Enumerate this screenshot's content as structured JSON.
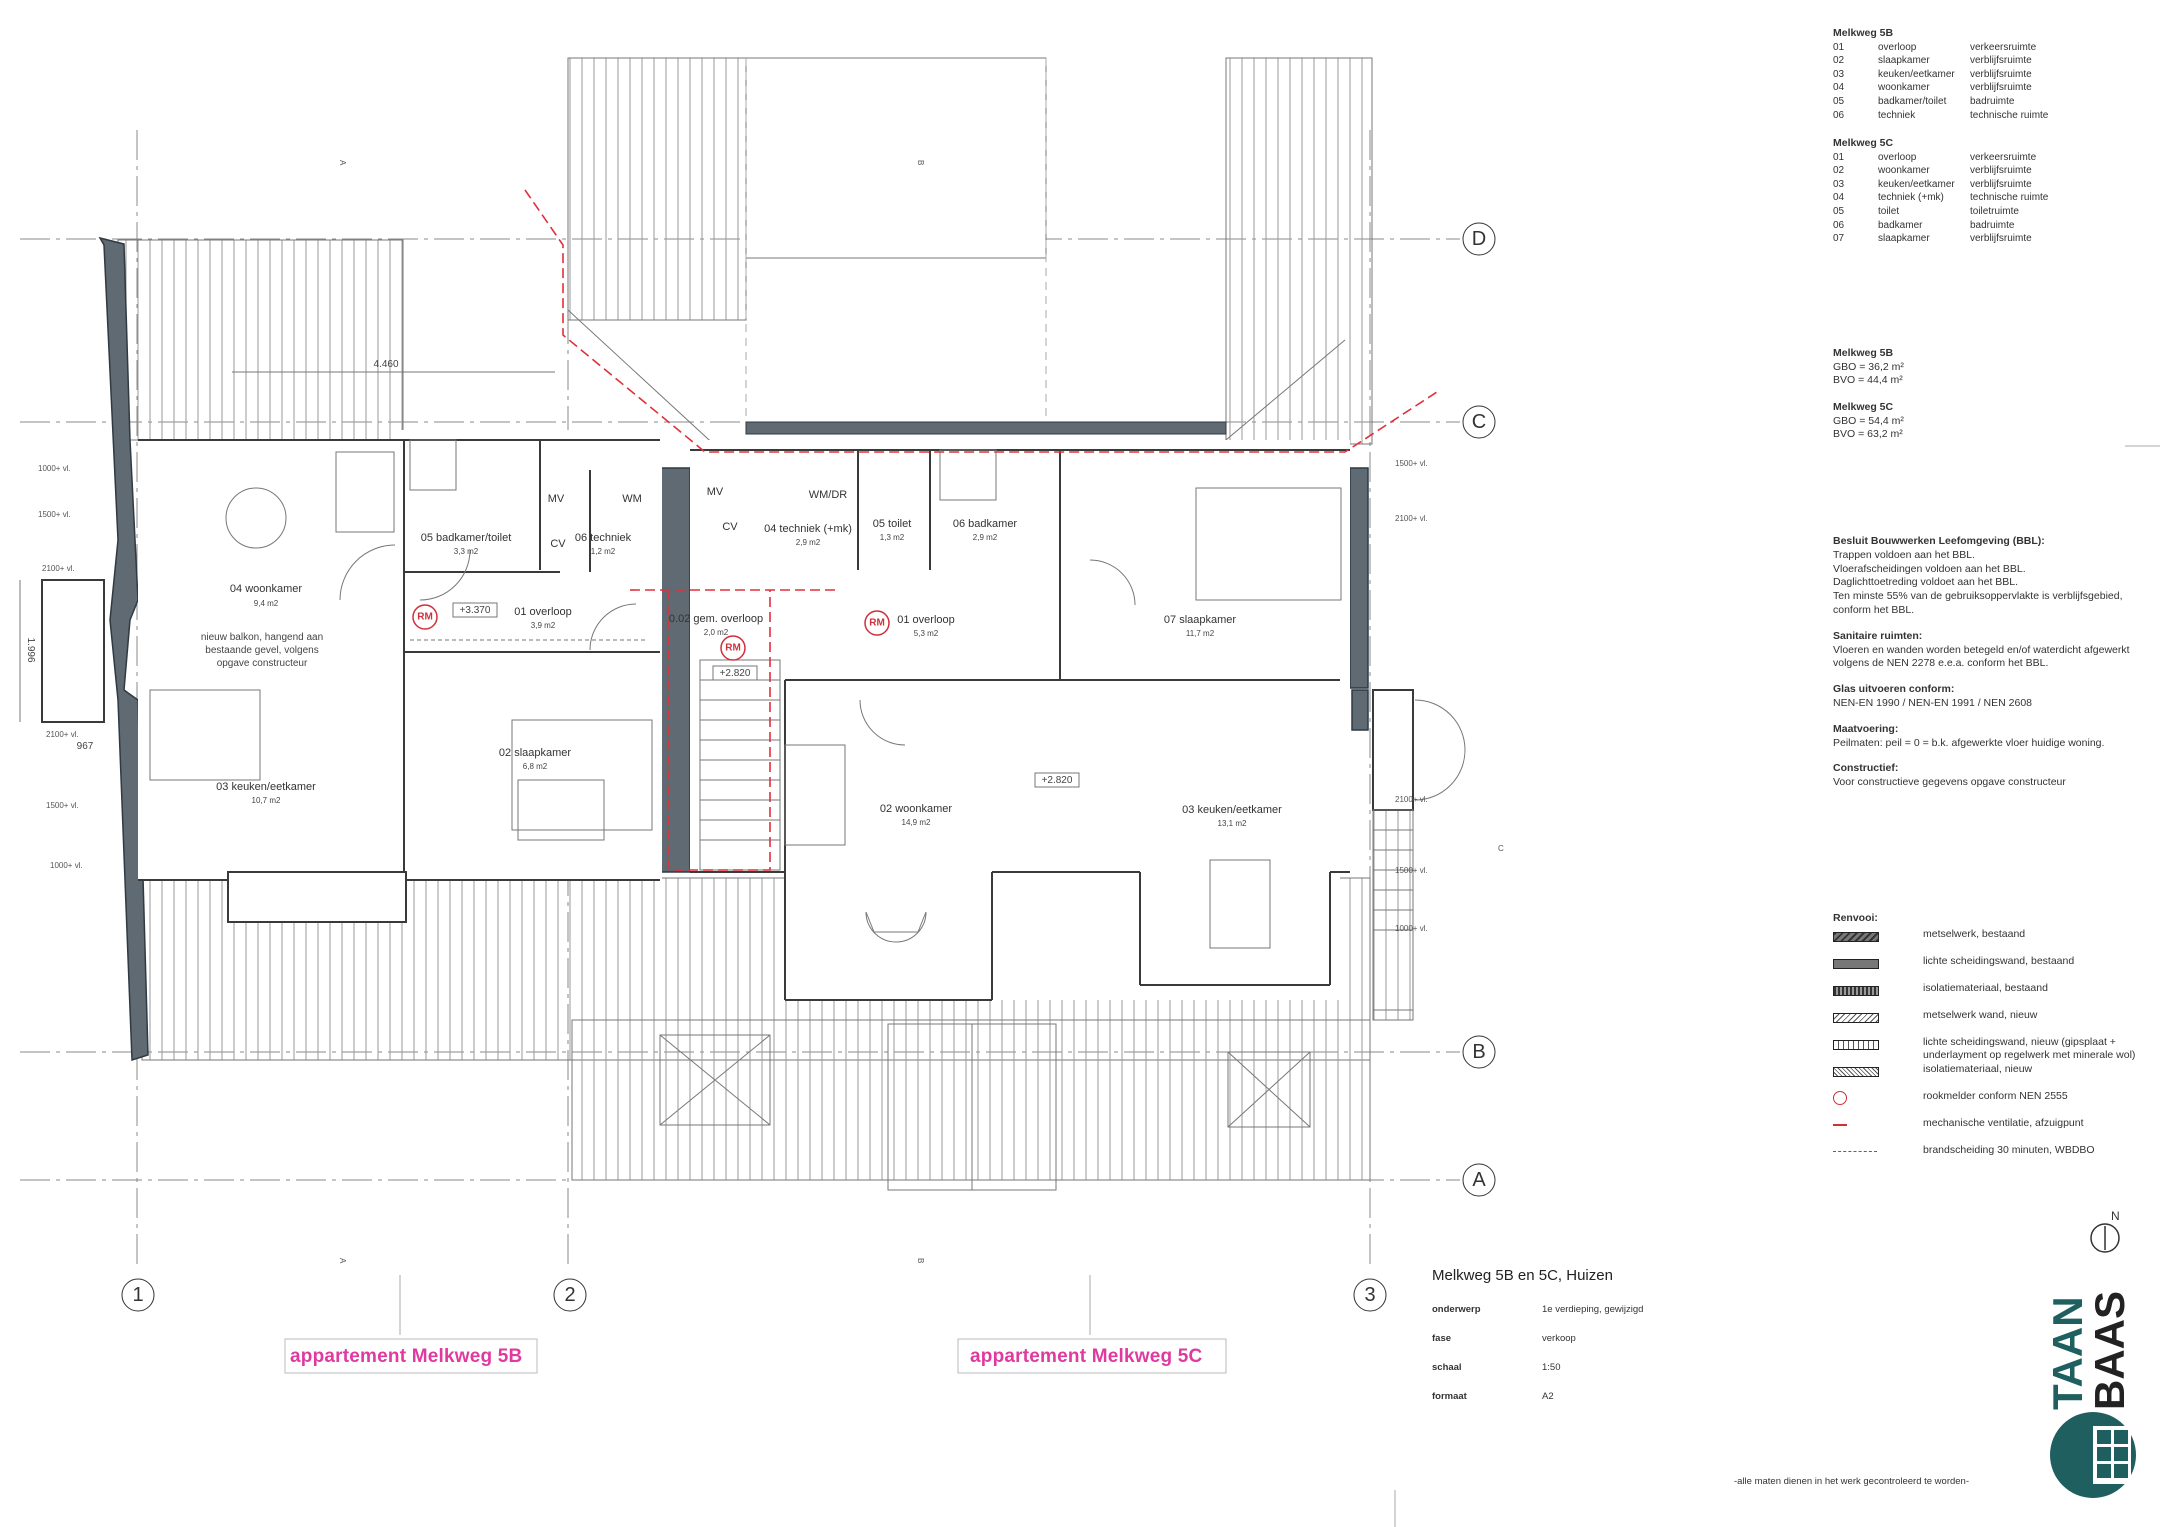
{
  "legend_5b": {
    "title": "Melkweg 5B",
    "rows": [
      [
        "01",
        "overloop",
        "verkeersruimte"
      ],
      [
        "02",
        "slaapkamer",
        "verblijfsruimte"
      ],
      [
        "03",
        "keuken/eetkamer",
        "verblijfsruimte"
      ],
      [
        "04",
        "woonkamer",
        "verblijfsruimte"
      ],
      [
        "05",
        "badkamer/toilet",
        "badruimte"
      ],
      [
        "06",
        "techniek",
        "technische ruimte"
      ]
    ]
  },
  "legend_5c": {
    "title": "Melkweg 5C",
    "rows": [
      [
        "01",
        "overloop",
        "verkeersruimte"
      ],
      [
        "02",
        "woonkamer",
        "verblijfsruimte"
      ],
      [
        "03",
        "keuken/eetkamer",
        "verblijfsruimte"
      ],
      [
        "04",
        "techniek (+mk)",
        "technische ruimte"
      ],
      [
        "05",
        "toilet",
        "toiletruimte"
      ],
      [
        "06",
        "badkamer",
        "badruimte"
      ],
      [
        "07",
        "slaapkamer",
        "verblijfsruimte"
      ]
    ]
  },
  "areas": {
    "b_title": "Melkweg 5B",
    "b_gbo": "GBO = 36,2 m²",
    "b_bvo": "BVO = 44,4 m²",
    "c_title": "Melkweg 5C",
    "c_gbo": "GBO = 54,4 m²",
    "c_bvo": "BVO = 63,2 m²"
  },
  "bbl": {
    "h1": "Besluit Bouwwerken Leefomgeving (BBL):",
    "l1": "Trappen voldoen aan het BBL.",
    "l2": "Vloerafscheidingen voldoen aan het BBL.",
    "l3": "Daglichttoetreding voldoet aan het BBL.",
    "l4": "Ten minste 55% van de gebruiksoppervlakte is verblijfsgebied,",
    "l5": "conform het BBL.",
    "h2": "Sanitaire ruimten:",
    "l6": "Vloeren en wanden worden betegeld en/of waterdicht afgewerkt",
    "l7": "volgens de NEN 2278 e.e.a. conform het BBL.",
    "h3": "Glas uitvoeren conform:",
    "l8": "NEN-EN 1990 / NEN-EN 1991 / NEN 2608",
    "h4": "Maatvoering:",
    "l9": "Peilmaten: peil = 0 = b.k. afgewerkte vloer huidige woning.",
    "h5": "Constructief:",
    "l10": "Voor constructieve gegevens opgave constructeur"
  },
  "renvooi": {
    "title": "Renvooi:",
    "items": [
      "metselwerk, bestaand",
      "lichte scheidingswand, bestaand",
      "isolatiemateriaal, bestaand",
      "metselwerk wand, nieuw",
      "lichte scheidingswand, nieuw (gipsplaat +",
      "underlayment op regelwerk met minerale wol)",
      "isolatiemateriaal, nieuw",
      "rookmelder conform NEN 2555",
      "mechanische ventilatie, afzuigpunt",
      "brandscheiding 30 minuten, WBDBO"
    ],
    "rm_symbol": "RM"
  },
  "titleblock": {
    "title": "Melkweg 5B en 5C, Huizen",
    "onderwerp_k": "onderwerp",
    "onderwerp_v": "1e verdieping, gewijzigd",
    "fase_k": "fase",
    "fase_v": "verkoop",
    "schaal_k": "schaal",
    "schaal_v": "1:50",
    "formaat_k": "formaat",
    "formaat_v": "A2",
    "logo_text_1": "TAAN",
    "logo_text_2": "BAAS",
    "north": "N",
    "disclaimer": "-alle maten dienen in het  werk gecontroleerd te worden-"
  },
  "apartments": {
    "b": "appartement Melkweg 5B",
    "c": "appartement Melkweg 5C"
  },
  "axes": {
    "n1": "1",
    "n2": "2",
    "n3": "3",
    "a": "A",
    "b": "B",
    "c": "C",
    "d": "D",
    "sec_a": "A",
    "sec_b": "B",
    "sec_c": "C"
  },
  "rooms": {
    "b04": "04 woonkamer",
    "b04a": "9,4 m2",
    "b05": "05 badkamer/toilet",
    "b05a": "3,3 m2",
    "b06": "06 techniek",
    "b06a": "1,2 m2",
    "b01": "01 overloop",
    "b01a": "3,9 m2",
    "b02": "02 slaapkamer",
    "b02a": "6,8 m2",
    "b03": "03 keuken/eetkamer",
    "b03a": "10,7 m2",
    "g02": "0.02 gem. overloop",
    "g02a": "2,0 m2",
    "c04": "04 techniek (+mk)",
    "c04a": "2,9 m2",
    "c05": "05 toilet",
    "c05a": "1,3 m2",
    "c06": "06 badkamer",
    "c06a": "2,9 m2",
    "c01": "01 overloop",
    "c01a": "5,3 m2",
    "c07": "07 slaapkamer",
    "c07a": "11,7 m2",
    "c02": "02 woonkamer",
    "c02a": "14,9 m2",
    "c03": "03 keuken/eetkamer",
    "c03a": "13,1 m2"
  },
  "annotations": {
    "balkon1": "nieuw balkon, hangend aan",
    "balkon2": "bestaande gevel, volgens",
    "balkon3": "opgave constructeur",
    "dim_4460": "4.460",
    "dim_1996": "1.996",
    "dim_967": "967",
    "lvl_3370": "+3.370",
    "lvl_2820a": "+2.820",
    "lvl_2820b": "+2.820",
    "mv1": "MV",
    "wm": "WM",
    "cv1": "CV",
    "mv2": "MV",
    "wmdr": "WM/DR",
    "cv2": "CV",
    "vl_1000": "1000+ vl.",
    "vl_1500": "1500+ vl.",
    "vl_2100": "2100+ vl.",
    "vl_2100b": "2100+ vl.",
    "vl_1500b": "1500+ vl.",
    "vl_1000b": "1000+ vl.",
    "vl_r1500": "1500+ vl.",
    "vl_r2100": "2100+ vl.",
    "vl_r2100b": "2100+ vl.",
    "vl_r1500b": "1500+ vl.",
    "vl_r1000": "1000+ vl."
  },
  "colors": {
    "fire": "#e0303a",
    "accent": "#e03aa0",
    "masonry": "#5f6a72",
    "logo": "#1f5f5f"
  }
}
